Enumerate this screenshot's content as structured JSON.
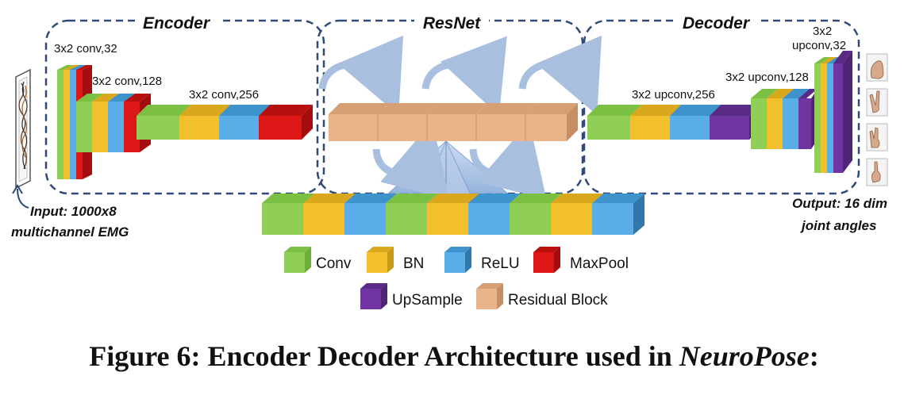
{
  "colors": {
    "conv": "#8fcf55",
    "bn": "#f2c02c",
    "relu": "#5aaee8",
    "maxpool": "#dd1616",
    "upsample": "#7035a3",
    "residual": "#e9b48a",
    "box_border": "#2f4a7a",
    "arrow": "#a8bfe0"
  },
  "sections": {
    "encoder": "Encoder",
    "resnet": "ResNet",
    "decoder": "Decoder"
  },
  "layer_labels": {
    "enc1": "3x2 conv,32",
    "enc2": "3x2 conv,128",
    "enc3": "3x2 conv,256",
    "dec1": "3x2 upconv,256",
    "dec2": "3x2 upconv,128",
    "dec3_line1": "3x2",
    "dec3_line2": "upconv,32"
  },
  "input": {
    "line1": "Input: 1000x8",
    "line2": "multichannel EMG"
  },
  "output": {
    "line1": "Output: 16 dim",
    "line2": "joint angles"
  },
  "legend": {
    "conv": "Conv",
    "bn": "BN",
    "relu": "ReLU",
    "maxpool": "MaxPool",
    "upsample": "UpSample",
    "residual": "Residual Block"
  },
  "caption": {
    "prefix": "Figure 6: Encoder Decoder Architecture used in ",
    "emph": "NeuroPose",
    "suffix": ":"
  }
}
